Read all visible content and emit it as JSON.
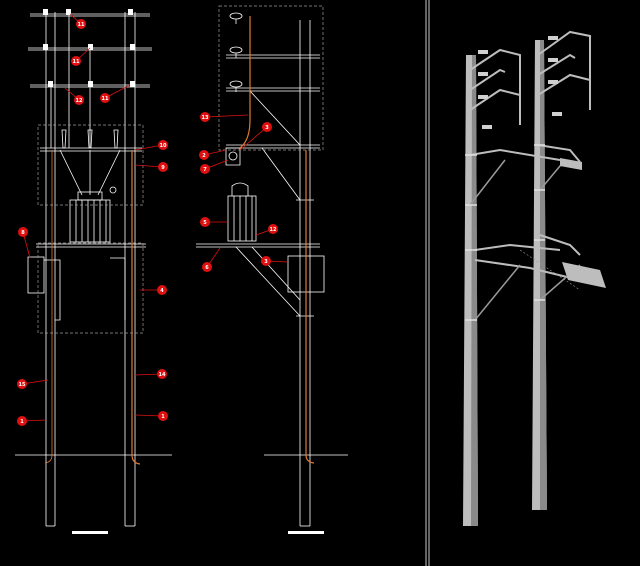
{
  "colors": {
    "background": "#000000",
    "line": "#ffffff",
    "callout": "#e01010",
    "conductor": "#e07a30",
    "dashed_frame": "#9a9a9a",
    "viewport_divider": "#c8c8c8",
    "render_pole": "#bdbdbd",
    "render_shadow": "#7a7a7a"
  },
  "front_view": {
    "callouts": [
      {
        "text": "11"
      },
      {
        "text": "11"
      },
      {
        "text": "11"
      },
      {
        "text": "12"
      },
      {
        "text": "10"
      },
      {
        "text": "9"
      },
      {
        "text": "8"
      },
      {
        "text": "4"
      },
      {
        "text": "15"
      },
      {
        "text": "14"
      },
      {
        "text": "1"
      },
      {
        "text": "1"
      }
    ]
  },
  "side_view": {
    "callouts": [
      {
        "text": "13"
      },
      {
        "text": "2"
      },
      {
        "text": "3"
      },
      {
        "text": "7"
      },
      {
        "text": "5"
      },
      {
        "text": "12"
      },
      {
        "text": "6"
      },
      {
        "text": "3"
      }
    ]
  }
}
